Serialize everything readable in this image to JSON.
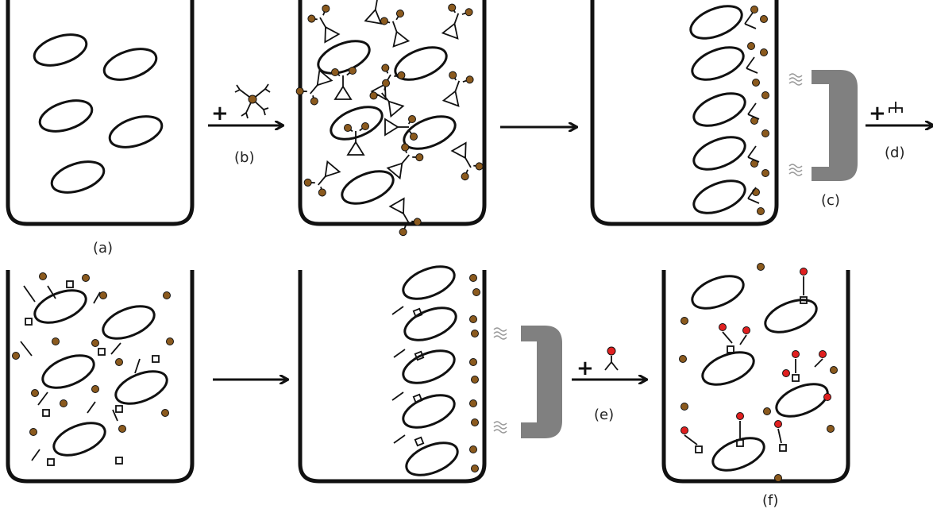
{
  "labels": {
    "a": "(a)",
    "b": "(b)",
    "c": "(c)",
    "d": "(d)",
    "e": "(e)",
    "f": "(f)"
  },
  "plus": "+",
  "colors": {
    "stroke": "#111111",
    "bead": "#8B5A1E",
    "antibody_label": "#E02020",
    "magnet": "#808080",
    "field": "#999999"
  }
}
